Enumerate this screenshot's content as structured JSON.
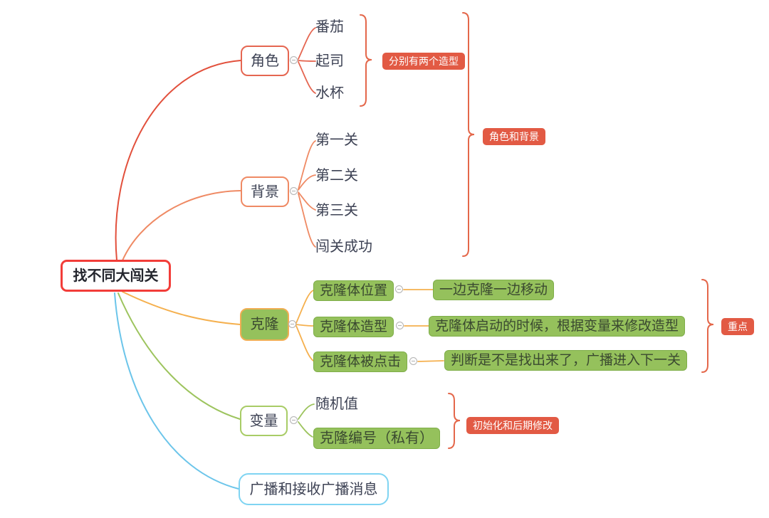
{
  "mindmap": {
    "root": "找不同大闯关",
    "branch_role": {
      "label": "角色",
      "children": [
        "番茄",
        "起司",
        "水杯"
      ],
      "badge": "分别有两个造型"
    },
    "branch_background": {
      "label": "背景",
      "children": [
        "第一关",
        "第二关",
        "第三关",
        "闯关成功"
      ]
    },
    "group_badge": "角色和背景",
    "branch_clone": {
      "label": "克隆",
      "children": [
        {
          "label": "克隆体位置",
          "detail": "一边克隆一边移动"
        },
        {
          "label": "克隆体造型",
          "detail": "克隆体启动的时候，根据变量来修改造型"
        },
        {
          "label": "克隆体被点击",
          "detail": "判断是不是找出来了，广播进入下一关"
        }
      ],
      "badge": "重点"
    },
    "branch_variable": {
      "label": "变量",
      "children": [
        "随机值",
        "克隆编号（私有）"
      ],
      "badge": "初始化和后期修改"
    },
    "branch_broadcast": {
      "label": "广播和接收广播消息"
    }
  },
  "icons": {
    "collapse_toggle": "minus-circle"
  },
  "colors": {
    "root_border": "#f23d39",
    "role_line": "#e2503c",
    "background_line": "#ef8a64",
    "clone_line": "#f5b04e",
    "variable_line": "#9dc45e",
    "broadcast_line": "#6cc5ea",
    "green_fill": "#95c15c",
    "green_border": "#7fae49",
    "badge_background": "#e25a44",
    "brace": "#e4674a"
  }
}
